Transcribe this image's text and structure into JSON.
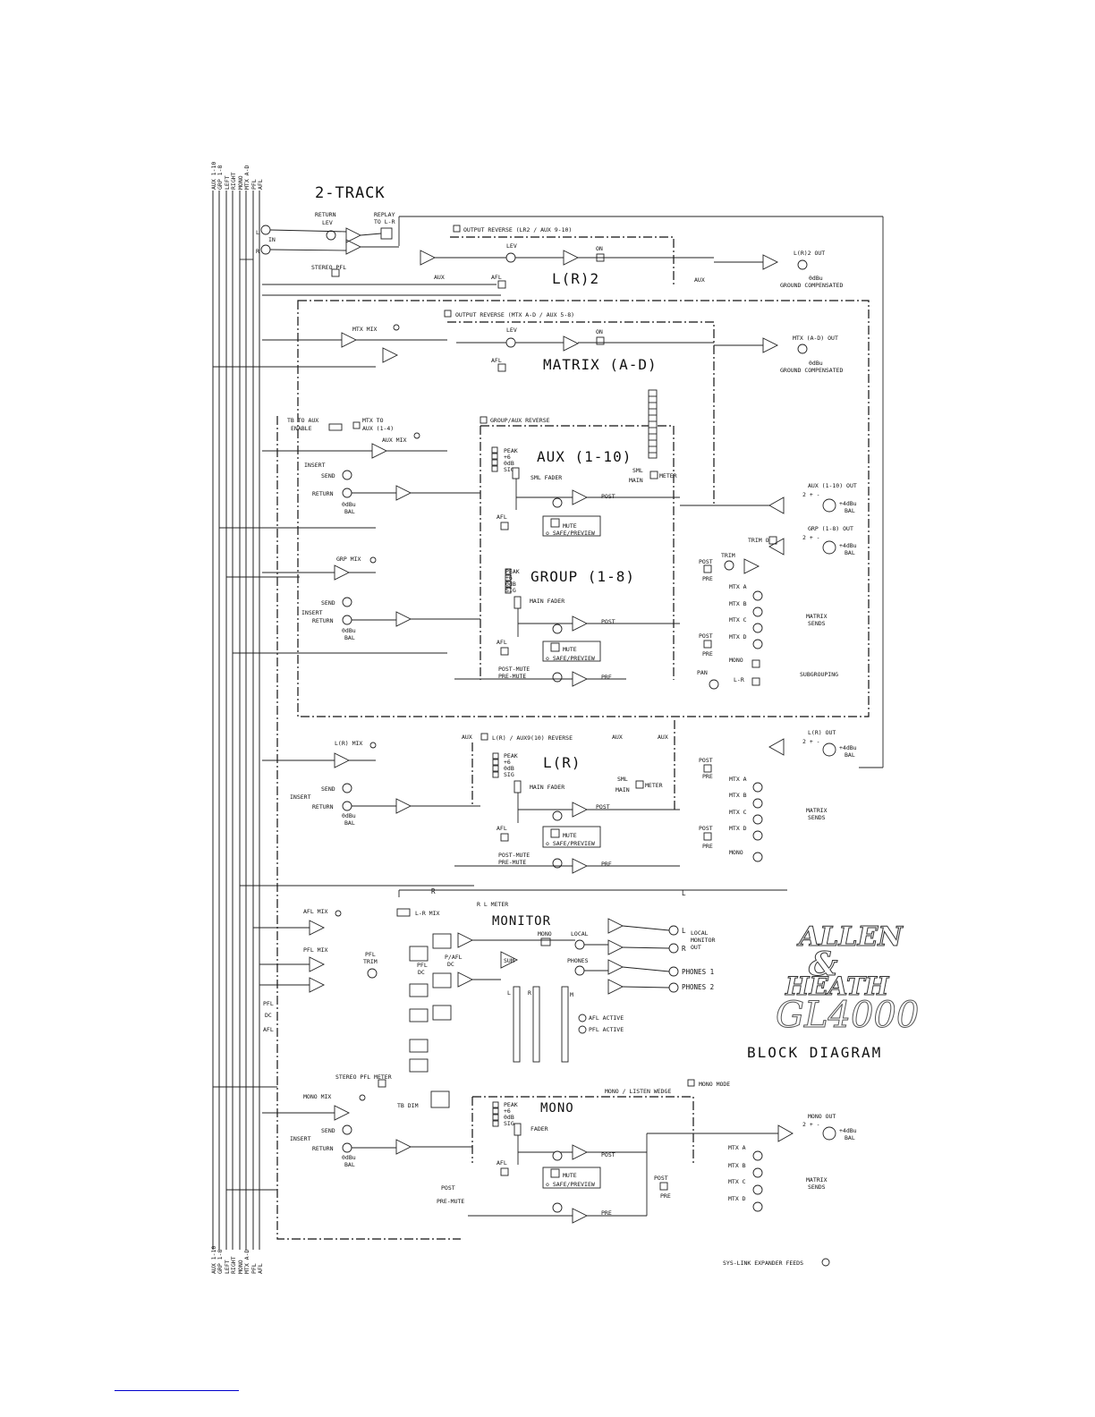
{
  "bus_labels": [
    "AUX 1-10",
    "GRP 1-8",
    "LEFT",
    "RIGHT",
    "MONO",
    "MTX A-D",
    "PFL",
    "AFL"
  ],
  "sections": {
    "two_track": "2-TRACK",
    "lr2": "L(R)2",
    "matrix": "MATRIX (A-D)",
    "aux": "AUX (1-10)",
    "group": "GROUP (1-8)",
    "lr": "L(R)",
    "monitor": "MONITOR",
    "mono": "MONO"
  },
  "two_track": {
    "return": "RETURN",
    "lev": "LEV",
    "replay": "REPLAY",
    "to_lr": "TO L-R",
    "l": "L",
    "r": "R",
    "in": "IN",
    "stereo_pfl": "STEREO PFL"
  },
  "lr2": {
    "reverse": "OUTPUT REVERSE (LR2 / AUX 9-10)",
    "lev": "LEV",
    "on": "ON",
    "afl": "AFL",
    "aux_a": "AUX",
    "aux_b": "AUX",
    "out": "L(R)2 OUT",
    "level": "0dBu",
    "note": "GROUND COMPENSATED"
  },
  "matrix": {
    "reverse": "OUTPUT REVERSE (MTX A-D / AUX 5-8)",
    "mix": "MTX MIX",
    "lev": "LEV",
    "on": "ON",
    "afl": "AFL",
    "out": "MTX (A-D) OUT",
    "level": "0dBu",
    "note": "GROUND COMPENSATED",
    "tb_to_aux": "TB TO AUX",
    "enable": "ENABLE",
    "mtx_to_aux": "MTX TO",
    "aux_1_4": "AUX (1-4)"
  },
  "aux": {
    "reverse": "GROUP/AUX REVERSE",
    "mix": "AUX MIX",
    "insert": "INSERT",
    "send": "SEND",
    "ret": "RETURN",
    "dbu": "0dBu",
    "bal": "BAL",
    "meter_marks": [
      "PEAK",
      "+6",
      "0dB",
      "SIG"
    ],
    "fader": "SML FADER",
    "post": "POST",
    "mute": "MUTE",
    "safe": "o SAFE/PREVIEW",
    "afl": "AFL",
    "sml": "SML",
    "main": "MAIN",
    "meter": "METER",
    "out": "AUX (1-10) OUT",
    "pins": "2 + -",
    "out_level": "+4dBu",
    "out_bal": "BAL"
  },
  "group": {
    "mix": "GRP MIX",
    "send": "SEND",
    "insert": "INSERT",
    "ret": "RETURN",
    "dbu": "0dBu",
    "bal": "BAL",
    "meter_marks": [
      "PEAK",
      "+6",
      "0dB",
      "SIG"
    ],
    "fader": "MAIN FADER",
    "post": "POST",
    "mute": "MUTE",
    "safe": "o SAFE/PREVIEW",
    "afl": "AFL",
    "post_mute": "POST-MUTE",
    "pre_mute": "PRE-MUTE",
    "pre": "PRE",
    "trim_on": "TRIM ON",
    "trim": "TRIM",
    "post_label": "POST",
    "pre_label": "PRE",
    "mtx": [
      "MTX A",
      "MTX B",
      "MTX C",
      "MTX D"
    ],
    "matrix_sends": [
      "MATRIX",
      "SENDS"
    ],
    "mono": "MONO",
    "pan": "PAN",
    "lr": "L-R",
    "subgrouping": "SUBGROUPING",
    "out": "GRP (1-8) OUT",
    "pins": "2 + -",
    "out_level": "+4dBu",
    "out_bal": "BAL"
  },
  "lr": {
    "reverse": "L(R) / AUX9(10) REVERSE",
    "aux": "AUX",
    "mix": "L(R) MIX",
    "send": "SEND",
    "insert": "INSERT",
    "ret": "RETURN",
    "dbu": "0dBu",
    "bal": "BAL",
    "meter_marks": [
      "PEAK",
      "+6",
      "0dB",
      "SIG"
    ],
    "fader": "MAIN FADER",
    "sml": "SML",
    "main": "MAIN",
    "meter": "METER",
    "post": "POST",
    "mute": "MUTE",
    "safe": "o SAFE/PREVIEW",
    "afl": "AFL",
    "post_mute": "POST-MUTE",
    "pre_mute": "PRE-MUTE",
    "pre": "PRE",
    "post_label": "POST",
    "pre_label": "PRE",
    "mtx": [
      "MTX A",
      "MTX B",
      "MTX C",
      "MTX D"
    ],
    "matrix_sends": [
      "MATRIX",
      "SENDS"
    ],
    "mono": "MONO",
    "out": "L(R) OUT",
    "pins": "2 + -",
    "out_level": "+4dBu",
    "out_bal": "BAL"
  },
  "monitor": {
    "r": "R",
    "l": "L",
    "rl_meter": "R L METER",
    "lr_mix": "L-R MIX",
    "afl_mix": "AFL MIX",
    "pfl_mix": "PFL MIX",
    "pfl_trim": "PFL",
    "trim": "TRIM",
    "pfl_dc": "PFL",
    "dc": "DC",
    "p_afl": "P/AFL",
    "dc2": "DC",
    "mono": "MONO",
    "local": "LOCAL",
    "phones": "PHONES",
    "sum": "SUM",
    "local_out_l": "L",
    "local_out_r": "R",
    "local_label": [
      "LOCAL",
      "MONITOR",
      "OUT"
    ],
    "phones_1": "PHONES 1",
    "phones_2": "PHONES 2",
    "afl_active": "AFL ACTIVE",
    "pfl_active": "PFL ACTIVE",
    "meter_l": "L",
    "meter_r": "R",
    "meter_m": "M",
    "pfl_bus": "PFL",
    "dc_bus": "DC",
    "afl_bus": "AFL",
    "stereo_pfl_meter": "STEREO PFL METER"
  },
  "mono": {
    "listen": "MONO / LISTEN WEDGE",
    "mode": "MONO MODE",
    "mix": "MONO MIX",
    "tb_dim": "TB DIM",
    "send": "SEND",
    "insert": "INSERT",
    "ret": "RETURN",
    "dbu": "0dBu",
    "bal": "BAL",
    "meter_marks": [
      "PEAK",
      "+6",
      "0dB",
      "SIG"
    ],
    "fader": "FADER",
    "post": "POST",
    "mute": "MUTE",
    "safe": "o SAFE/PREVIEW",
    "afl": "AFL",
    "post_sw": "POST",
    "pre_mute": "PRE-MUTE",
    "pre": "PRE",
    "post_label": "POST",
    "pre_label": "PRE",
    "mtx": [
      "MTX A",
      "MTX B",
      "MTX C",
      "MTX D"
    ],
    "matrix_sends": [
      "MATRIX",
      "SENDS"
    ],
    "out": "MONO OUT",
    "pins": "2 + -",
    "out_level": "+4dBu",
    "out_bal": "BAL"
  },
  "logo": {
    "line1": "ALLEN",
    "amp": "&",
    "line2": "HEATH",
    "model": "GL4000",
    "diagram": "BLOCK DIAGRAM"
  },
  "footer": "SYS-LINK EXPANDER FEEDS",
  "colors": {
    "ink": "#222222",
    "paper": "#ffffff",
    "link": "#0000cc"
  }
}
